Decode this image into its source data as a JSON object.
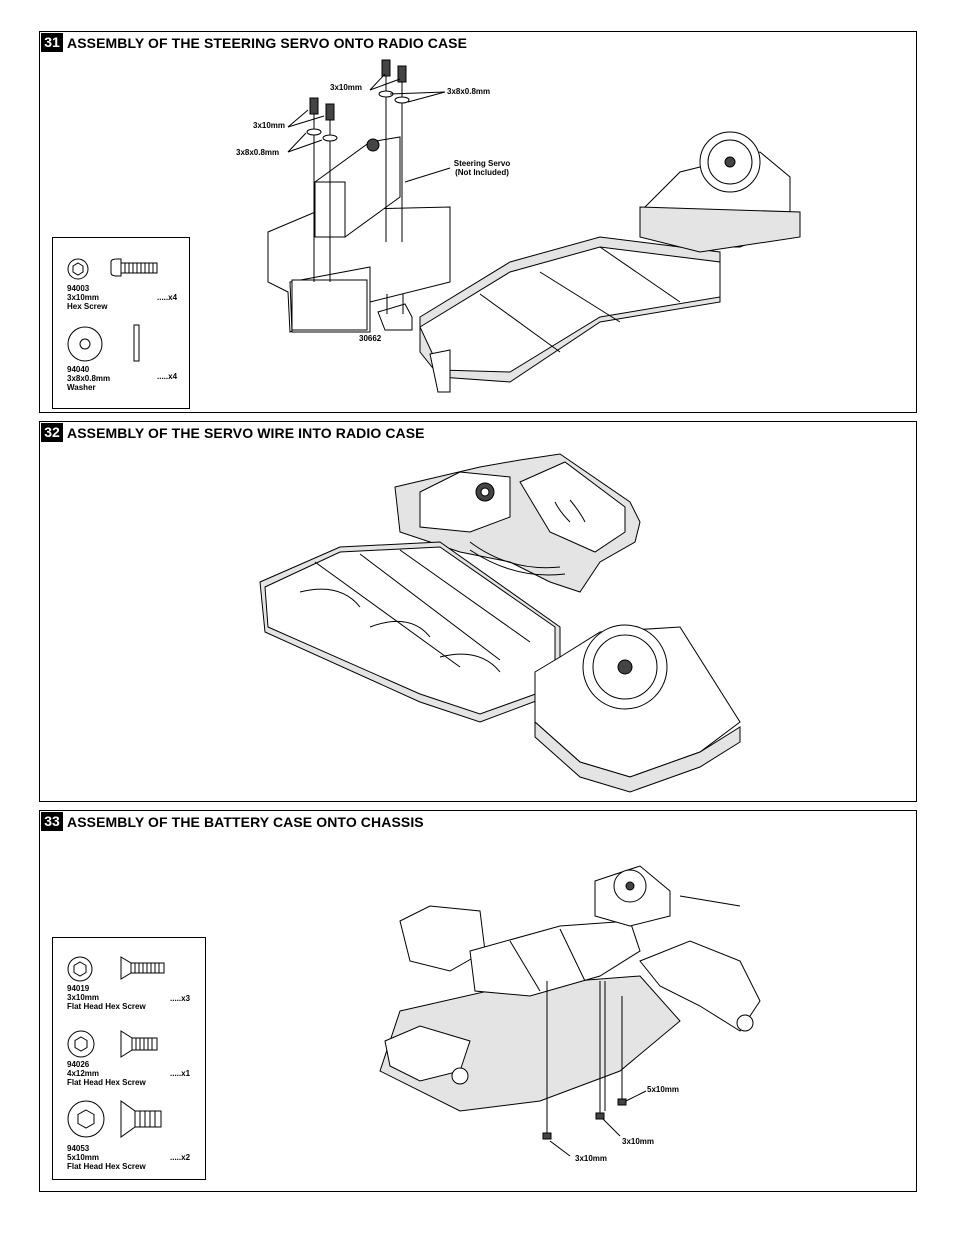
{
  "steps": [
    {
      "number": "31",
      "title": "ASSEMBLY OF THE STEERING SERVO ONTO RADIO CASE"
    },
    {
      "number": "32",
      "title": "ASSEMBLY OF THE SERVO WIRE INTO RADIO CASE"
    },
    {
      "number": "33",
      "title": "ASSEMBLY OF THE BATTERY CASE ONTO CHASSIS"
    }
  ],
  "step31": {
    "legend": [
      {
        "part": "94003",
        "size": "3x10mm",
        "name": "Hex Screw",
        "qty": ".....x4",
        "icon": "hex-screw-icon"
      },
      {
        "part": "94040",
        "size": "3x8x0.8mm",
        "name": "Washer",
        "qty": ".....x4",
        "icon": "washer-icon"
      }
    ],
    "callouts": {
      "screw_top": "3x10mm",
      "washer_top": "3x8x0.8mm",
      "screw_left": "3x10mm",
      "washer_left": "3x8x0.8mm",
      "servo_line1": "Steering Servo",
      "servo_line2": "(Not Included)",
      "part_30662": "30662"
    }
  },
  "step33": {
    "legend": [
      {
        "part": "94019",
        "size": "3x10mm",
        "name": "Flat Head Hex Screw",
        "qty": ".....x3",
        "icon": "flat-head-screw-icon"
      },
      {
        "part": "94026",
        "size": "4x12mm",
        "name": "Flat Head Hex Screw",
        "qty": ".....x1",
        "icon": "flat-head-screw-icon"
      },
      {
        "part": "94053",
        "size": "5x10mm",
        "name": "Flat Head Hex Screw",
        "qty": ".....x2",
        "icon": "flat-head-screw-icon"
      }
    ],
    "callouts": {
      "screw_5x10": "5x10mm",
      "screw_3x10_a": "3x10mm",
      "screw_3x10_b": "3x10mm"
    }
  }
}
